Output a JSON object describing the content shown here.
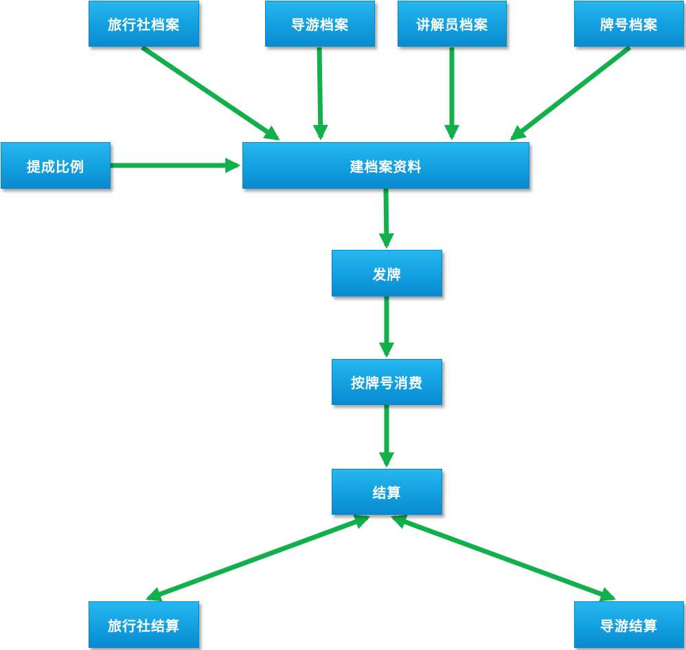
{
  "nodes": {
    "agency_archive": "旅行社档案",
    "guide_archive": "导游档案",
    "narrator_archive": "讲解员档案",
    "plate_archive": "牌号档案",
    "commission_ratio": "提成比例",
    "build_archive": "建档案资料",
    "issue_plate": "发牌",
    "consume_by_plate": "按牌号消费",
    "settlement": "结算",
    "agency_settlement": "旅行社结算",
    "guide_settlement": "导游结算"
  },
  "colors": {
    "node_fill": "#129fe0",
    "node_text": "#ffffff",
    "arrow": "#12b04a"
  }
}
